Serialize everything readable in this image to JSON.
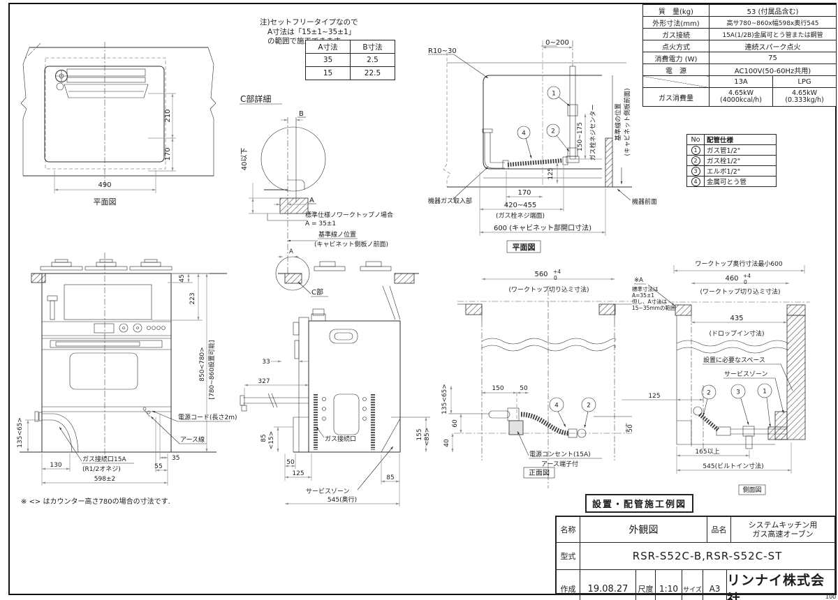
{
  "sheet": {
    "page_number": "100"
  },
  "top_note": {
    "line1": "注)セットフリータイプなので",
    "line2": "A寸法は「15±1~35±1」",
    "line3": "の範囲で施工できます."
  },
  "ab_table": {
    "headers": [
      "A寸法",
      "B寸法"
    ],
    "rows": [
      [
        "35",
        "2.5"
      ],
      [
        "15",
        "22.5"
      ]
    ]
  },
  "spec_table": {
    "rows": [
      {
        "label": "質　量(kg)",
        "value": "53 (付属品含む)"
      },
      {
        "label": "外形寸法(mm)",
        "value": "高サ780~860x幅598x奥行545"
      },
      {
        "label": "ガス接続",
        "value": "15A(1/2B)金属可とう管または鋼管"
      },
      {
        "label": "点火方式",
        "value": "連続スパーク点火"
      },
      {
        "label": "消費電力 (W)",
        "value": "75"
      },
      {
        "label": "電　源",
        "value": "AC100V(50-60Hz共用)"
      }
    ],
    "gas_header": {
      "col1": "13A",
      "col2": "LPG"
    },
    "gas_row": {
      "label": "ガス消費量",
      "v1a": "4.65kW",
      "v1b": "(4000kcal/h)",
      "v2a": "4.65kW",
      "v2b": "(0.333kg/h)"
    }
  },
  "piping_table": {
    "no_header": "No",
    "title": "配管仕様",
    "rows": [
      {
        "no": "1",
        "label": "ガス管1/2\""
      },
      {
        "no": "2",
        "label": "ガス栓1/2\""
      },
      {
        "no": "3",
        "label": "エルボ1/2\""
      },
      {
        "no": "4",
        "label": "金属可とう管"
      }
    ]
  },
  "plan_left": {
    "dim_490": "490",
    "dim_210": "210",
    "dim_170": "170",
    "caption": "平面図"
  },
  "detail_c": {
    "title": "C部詳細",
    "dim_b": "B",
    "dim_40": "40以下",
    "dim_a": "A",
    "note1": "標準仕様ノワークトップノ場合",
    "note2": "A = 35±1",
    "ref1": "基準線ノ位置",
    "ref2": "(キャビネット側板ノ前面)",
    "dim_a2": "A"
  },
  "plan_right": {
    "r_label": "R10~30",
    "dim_0_200": "0~200",
    "dim_150_175": "150~175",
    "gas_center": "ガス栓ネジセンター",
    "baseline1": "基準線の位置",
    "baseline2": "(キャビネット側板前面)",
    "gas_inlet": "機器ガス取入部",
    "dim_170": "170",
    "dim_125": "125",
    "dim_420": "420~455",
    "dim_420_note": "(ガス栓ネジ端面)",
    "dim_600": "600 (キャビネット部開口寸法)",
    "front_label": "機器前面",
    "caption": "平面図"
  },
  "front_view": {
    "dim_45": "45",
    "dim_223": "223",
    "dim_850": "850<780>",
    "dim_850_note": "[780~860設置可能]",
    "dim_135": "135<65>",
    "dim_130": "130",
    "dim_35": "35",
    "dim_55": "55",
    "dim_598": "598±2",
    "cord": "電源コード(長さ2m)",
    "earth": "アース線",
    "gas1": "ガス接続口15A",
    "gas2": "(R1/2オネジ)",
    "note": "※ <> はカウンター高さ780の場合の寸法です."
  },
  "side_view": {
    "c_label": "C部",
    "dim_33": "33",
    "dim_327": "327",
    "dim_85": "85",
    "dim_15": "<15>",
    "dim_50": "50",
    "dim_125": "125",
    "gas_port": "ガス接続口",
    "service": "サービスゾーン",
    "dim_545": "545(奥行)",
    "dim_85b": "85",
    "dim_155": "155",
    "dim_85c": "<85>"
  },
  "install_front": {
    "dim_560": "560",
    "tol_up": "+4",
    "tol_dn": "0",
    "cutout": "(ワークトップ切り込ミ寸法)",
    "dim_135": "135<65>",
    "dim_150": "150",
    "dim_50a": "50",
    "dim_60": "60",
    "dim_40": "40",
    "dim_50b": "50",
    "outlet1": "電源コンセント(15A)",
    "outlet2": "アース端子付",
    "caption": "正面図"
  },
  "install_side": {
    "worktop_min": "ワークトップ奥行寸法最小600",
    "noteA0": "※A",
    "noteA1": "標準寸法は",
    "noteA2": "A=35±1",
    "noteA3": "但し、A寸法は",
    "noteA4": "15~35mmの範囲",
    "dim_460": "460",
    "tol_up": "+4",
    "tol_dn": "0",
    "cutout": "(ワークトップ切り込ミ寸法)",
    "dim_435": "435",
    "dropin": "(ドロップイン寸法)",
    "space": "設置に必要なスペース",
    "service": "サービスゾーン",
    "dim_125": "125",
    "dim_165": "165以上",
    "dim_545": "545(ビルトイン寸法)",
    "caption": "側面図"
  },
  "install_caption": "設置・配管施工例図",
  "title_block": {
    "name_label": "名称",
    "name_value": "外観図",
    "product_label": "品名",
    "product_line1": "システムキッチン用",
    "product_line2": "ガス高速オーブン",
    "model_label": "型式",
    "model_value": "RSR-S52C-B,RSR-S52C-ST",
    "created_label": "作成",
    "created_value": "19.08.27",
    "scale_label": "尺度",
    "scale_value": "1:10",
    "size_label": "サイズ",
    "size_value": "A3",
    "company": "リンナイ株式会社"
  }
}
